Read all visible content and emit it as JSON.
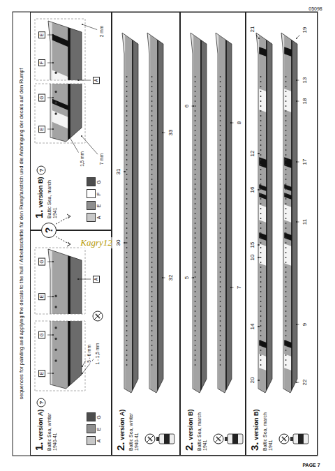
{
  "diagram": {
    "title": "sequences for painting and applying the decals to the hull / Arbeitsschritte für den Rumpfanstrich und die Anbringung der decals auf den Rumpf",
    "nodes": [
      {
        "text": [
          "1.",
          "version A)",
          "Baltic Sea, winter 1940-41"
        ]
      },
      {
        "text": [
          "1.",
          "version B)",
          "Baltic Sea, march 1941"
        ]
      },
      {
        "text": [
          "2.",
          "version A)",
          "Baltic Sea, winter 1940-41"
        ]
      },
      {
        "text": [
          "2.",
          "version B)",
          "Baltic Sea, march 1941"
        ]
      },
      {
        "text": [
          "3.",
          "version B)",
          "Baltic Sea, march 1941"
        ]
      }
    ],
    "labels": [
      "?",
      "?",
      "?",
      "1 - 1,5 mm",
      "5 - 6 mm",
      "E",
      "G",
      "E",
      "G",
      "A",
      "1,5 mm",
      "7 mm",
      "2 mm",
      "E",
      "G",
      "F",
      "E",
      "A",
      "31",
      "30",
      "33",
      "32",
      "6",
      "5",
      "8",
      "7",
      "21",
      "19",
      "13",
      "18",
      "12",
      "17",
      "16",
      "11",
      "15",
      "10",
      "14",
      "9",
      "20",
      "22",
      "Kagry12",
      "05098",
      "PAGE 7"
    ],
    "legend": [
      {
        "text": "A",
        "color": "#c8c8c8"
      },
      {
        "text": "E",
        "color": "#8f8f8f"
      },
      {
        "text": "G",
        "color": "#4d4d4d"
      },
      {
        "text": "A",
        "color": "#c8c8c8"
      },
      {
        "text": "E",
        "color": "#8f8f8f"
      },
      {
        "text": "F",
        "color": "#ffffff"
      },
      {
        "text": "G",
        "color": "#4d4d4d"
      }
    ]
  }
}
